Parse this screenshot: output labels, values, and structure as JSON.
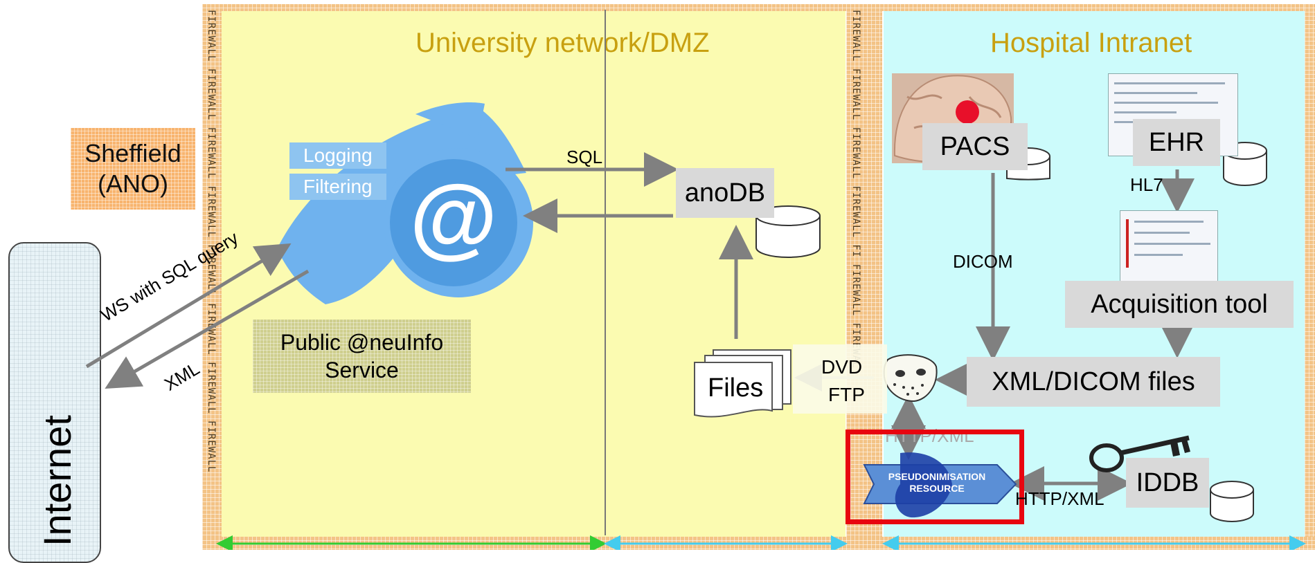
{
  "zones": {
    "university": "University network/DMZ",
    "hospital": "Hospital Intranet"
  },
  "firewall_text": "FIREWALL FIREWALL FIREWALL FIREWALL FIREWALL FIREWALL FIREWALL FIREWALL",
  "firewall_text_mid": "FIREWALL FIREWALL FIREWALL FIREWALL FI FIREWALL FIREWAL",
  "sheffield": {
    "line1": "Sheffield",
    "line2": "(ANO)"
  },
  "internet": "Internet",
  "neuinfo": {
    "logging": "Logging",
    "filtering": "Filtering",
    "public_service_line1": "Public @neuInfo",
    "public_service_line2": "Service"
  },
  "connections": {
    "ws_query": "WS with SQL query",
    "xml": "XML",
    "sql": "SQL",
    "dicom": "DICOM",
    "hl7": "HL7",
    "dvd": "DVD",
    "ftp": "FTP",
    "http_xml_faint": "HTTP/XML",
    "http_xml": "HTTP/XML"
  },
  "nodes": {
    "anodb": "anoDB",
    "files": "Files",
    "pacs": "PACS",
    "ehr": "EHR",
    "acquisition_tool": "Acquisition tool",
    "xml_dicom_files": "XML/DICOM files",
    "iddb": "IDDB",
    "pseudonymisation_line1": "PSEUDONIMISATION",
    "pseudonymisation_line2": "RESOURCE"
  },
  "colors": {
    "university_bg": "#fbfbb1",
    "hospital_bg": "#ccfbfb",
    "firewall": "#f3c386",
    "title_gold": "#c8a010",
    "highlight_red": "#e8050f",
    "neuinfo_blue": "#6fb2ee"
  }
}
